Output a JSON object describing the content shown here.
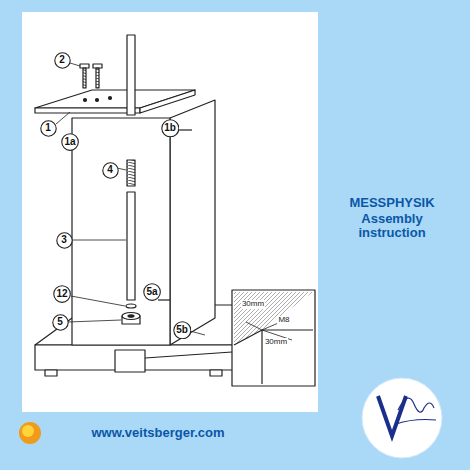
{
  "diagram": {
    "title": "MESSPHYSIK",
    "nodes": [
      {
        "text": [
          "2"
        ]
      },
      {
        "text": [
          "1"
        ]
      },
      {
        "text": [
          "1a"
        ]
      },
      {
        "text": [
          "1b"
        ]
      },
      {
        "text": [
          "4"
        ]
      },
      {
        "text": [
          "3"
        ]
      },
      {
        "text": [
          "12"
        ]
      },
      {
        "text": [
          "5"
        ]
      },
      {
        "text": [
          "5a"
        ]
      },
      {
        "text": [
          "5b"
        ]
      }
    ],
    "labels": [
      "30mm",
      "M8",
      "30mm",
      "Assembly instruction",
      "www.veitsberger.com"
    ]
  }
}
